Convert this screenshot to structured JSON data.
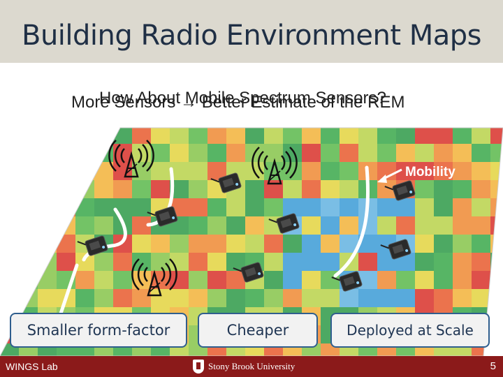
{
  "title": "Building Radio Environment Maps",
  "overlap_text_1": "More Sensors → Better Estimate of the REM",
  "overlap_text_2": "How About Mobile Spectrum Sensors?",
  "mobility_label": "Mobility",
  "boxes": [
    "Smaller form-factor",
    "Cheaper",
    "Deployed at Scale"
  ],
  "footer": {
    "lab": "WINGS Lab",
    "university": "Stony Brook University",
    "page": "5"
  },
  "colors": {
    "title_bar": "#dcd9cf",
    "footer": "#8b1a1a",
    "box_border": "#2f5e8e"
  },
  "icons": [
    "antenna-tower-icon",
    "sensor-device-icon",
    "stony-brook-shield-icon"
  ]
}
